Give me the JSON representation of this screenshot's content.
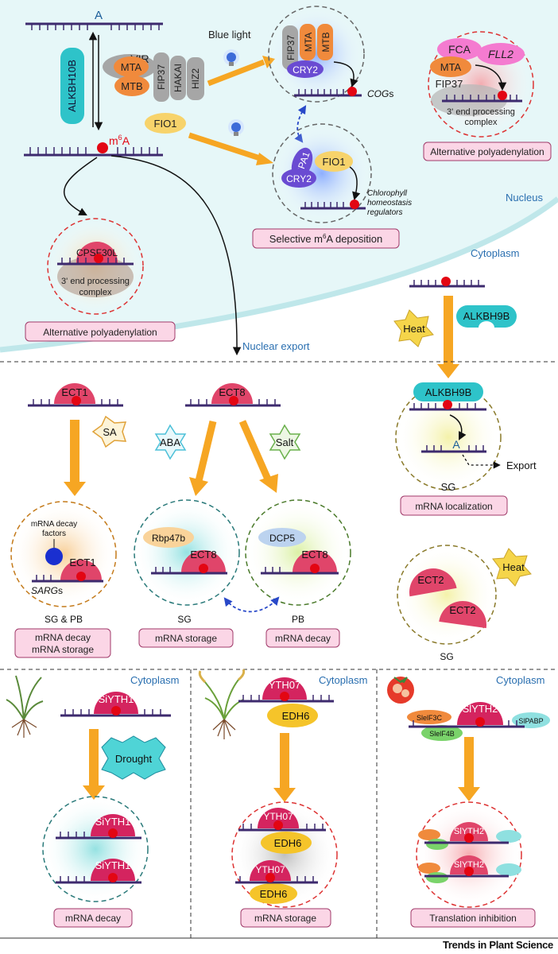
{
  "regions": {
    "nucleus": "Nucleus",
    "cytoplasm_top": "Cytoplasm",
    "nuclear_export": "Nuclear export",
    "cytoplasm_p1": "Cytoplasm",
    "cytoplasm_p2": "Cytoplasm",
    "cytoplasm_p3": "Cytoplasm"
  },
  "nucleus": {
    "top_base": "A",
    "eraser": "ALKBH10B",
    "m6a": "m",
    "m6a_sup": "6",
    "m6a_a": "A",
    "writer": {
      "mta": "MTA",
      "mtb": "MTB",
      "vir": "VIR",
      "fip37": "FIP37",
      "hakai": "HAKAI",
      "hiz2": "HIZ2"
    },
    "fio1": "FIO1",
    "blue_light": "Blue light",
    "cog_complex": {
      "fip37": "FIP37",
      "mta": "MTA",
      "mtb": "MTB",
      "cry2": "CRY2",
      "cogs_it": "COG",
      "cogs_s": "s"
    },
    "chl_complex": {
      "spa1": "SPA1",
      "cry2": "CRY2",
      "fio1": "FIO1",
      "target_line1": "Chlorophyll",
      "target_line2": "homeostasis",
      "target_line3": "regulators"
    },
    "selective_label": {
      "pre": "Selective m",
      "sup": "6",
      "post": "A deposition"
    },
    "apa_top": {
      "fca": "FCA",
      "fll2": "FLL2",
      "mta": "MTA",
      "fip37": "FIP37",
      "line1": "3' end processing",
      "line2": "complex",
      "label": "Alternative polyadenylation"
    },
    "apa_left": {
      "cpsf": "CPSF30L",
      "line1": "3' end processing",
      "line2": "complex",
      "label": "Alternative polyadenylation"
    }
  },
  "cyto": {
    "ect1": "ECT1",
    "sa": "SA",
    "ect8": "ECT8",
    "aba": "ABA",
    "salt": "Salt",
    "heat": "Heat",
    "alkbh9b": "ALKBH9B",
    "alkbh9b_b": "ALKBH9B",
    "a_base": "A",
    "export": "Export",
    "sg_right": "SG",
    "mrna_localization": "mRNA localization",
    "decay_factors_1": "mRNA decay",
    "decay_factors_2": "factors",
    "ect1_b": "ECT1",
    "sargs_it": "SARG",
    "sargs_s": "s",
    "rbp47b": "Rbp47b",
    "ect8_b": "ECT8",
    "dcp5": "DCP5",
    "ect8_c": "ECT8",
    "sg_pb": "SG & PB",
    "sg_mid": "SG",
    "pb": "PB",
    "label_decay_storage_1": "mRNA decay",
    "label_decay_storage_2": "mRNA storage",
    "label_storage": "mRNA storage",
    "label_decay": "mRNA decay",
    "heat2": "Heat",
    "ect2_a": "ECT2",
    "ect2_b": "ECT2",
    "sg_ect2": "SG"
  },
  "bottom": {
    "siyth1": "SiYTH1",
    "drought": "Drought",
    "siyth1_b": "SiYTH1",
    "siyth1_c": "SiYTH1",
    "label_p1": "mRNA decay",
    "yth07": "YTH07",
    "edh6": "EDH6",
    "yth07_b": "YTH07",
    "edh6_b": "EDH6",
    "yth07_c": "YTH07",
    "edh6_c": "EDH6",
    "label_p2": "mRNA storage",
    "sleif3c": "SlelF3C",
    "sleif4b": "SlelF4B",
    "slyth2": "SlYTH2",
    "slpabp": "SlPABP",
    "slyth2_b": "SlYTH2",
    "slyth2_c": "SlYTH2",
    "label_p3": "Translation inhibition"
  },
  "footer": "Trends in Plant Science",
  "colors": {
    "nucleus_bg": "#e6f7f8",
    "rna": "#3d2a6e",
    "m6a_dot": "#e30613",
    "reader": "#e0456a",
    "arrow": "#f6a623",
    "label_bg": "#fbd6e6",
    "teal": "#2ec3c9",
    "purple": "#6a4bd2",
    "orange": "#f08a3c",
    "gray": "#a6a6a6",
    "yellow_star": "#f5d54a"
  }
}
